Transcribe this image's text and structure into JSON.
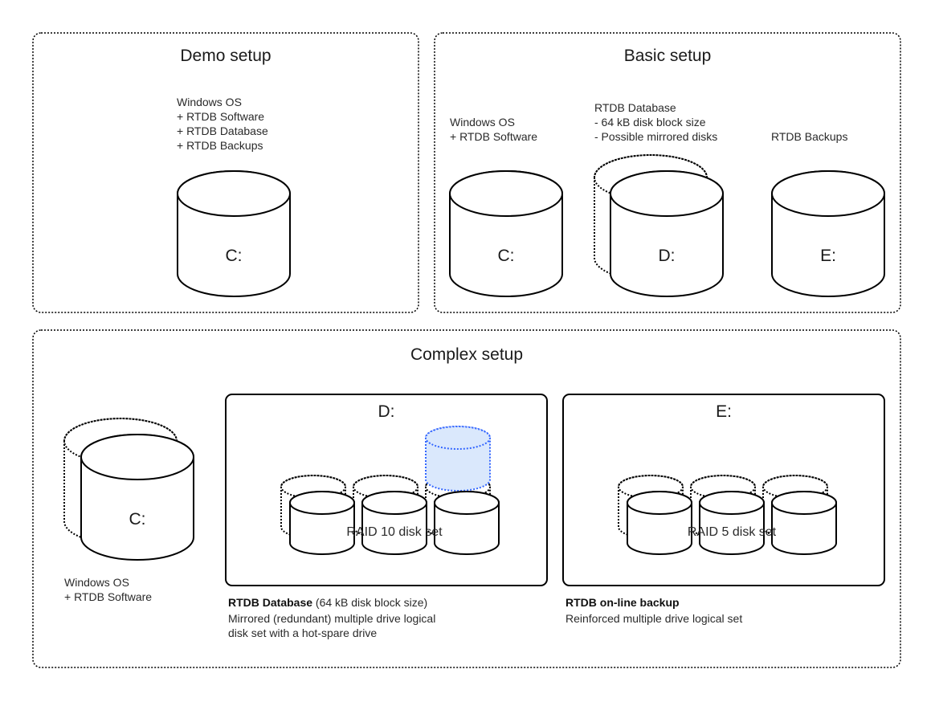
{
  "demo": {
    "title": "Demo setup",
    "label_lines": [
      "Windows OS",
      "+ RTDB Software",
      "+ RTDB Database",
      "+ RTDB Backups"
    ],
    "drive": "C:"
  },
  "basic": {
    "title": "Basic setup",
    "disks": [
      {
        "drive": "C:",
        "label_lines": [
          "Windows OS",
          "+ RTDB Software"
        ],
        "mirrored": false
      },
      {
        "drive": "D:",
        "label_lines": [
          "RTDB Database",
          "- 64 kB disk block size",
          "- Possible mirrored disks"
        ],
        "mirrored": true
      },
      {
        "drive": "E:",
        "label_lines": [
          "RTDB Backups"
        ],
        "mirrored": false
      }
    ]
  },
  "complex": {
    "title": "Complex setup",
    "system_disk": {
      "drive": "C:",
      "mirrored": true,
      "label_lines": [
        "Windows OS",
        "+ RTDB Software"
      ]
    },
    "database_set": {
      "drive": "D:",
      "raid_label": "RAID 10 disk set",
      "disk_count": 3,
      "mirrored": true,
      "hot_spare": true,
      "hot_spare_color": "#dae8fc",
      "hot_spare_stroke": "#3366ff",
      "caption_bold": "RTDB Database",
      "caption_rest": " (64 kB disk block size)",
      "caption_lines": [
        "Mirrored (redundant) multiple drive logical",
        "disk set with a hot-spare drive"
      ]
    },
    "backup_set": {
      "drive": "E:",
      "raid_label": "RAID 5 disk set",
      "disk_count": 3,
      "mirrored": true,
      "hot_spare": false,
      "caption_bold": "RTDB on-line backup",
      "caption_lines": [
        "Reinforced multiple drive logical set"
      ]
    }
  }
}
